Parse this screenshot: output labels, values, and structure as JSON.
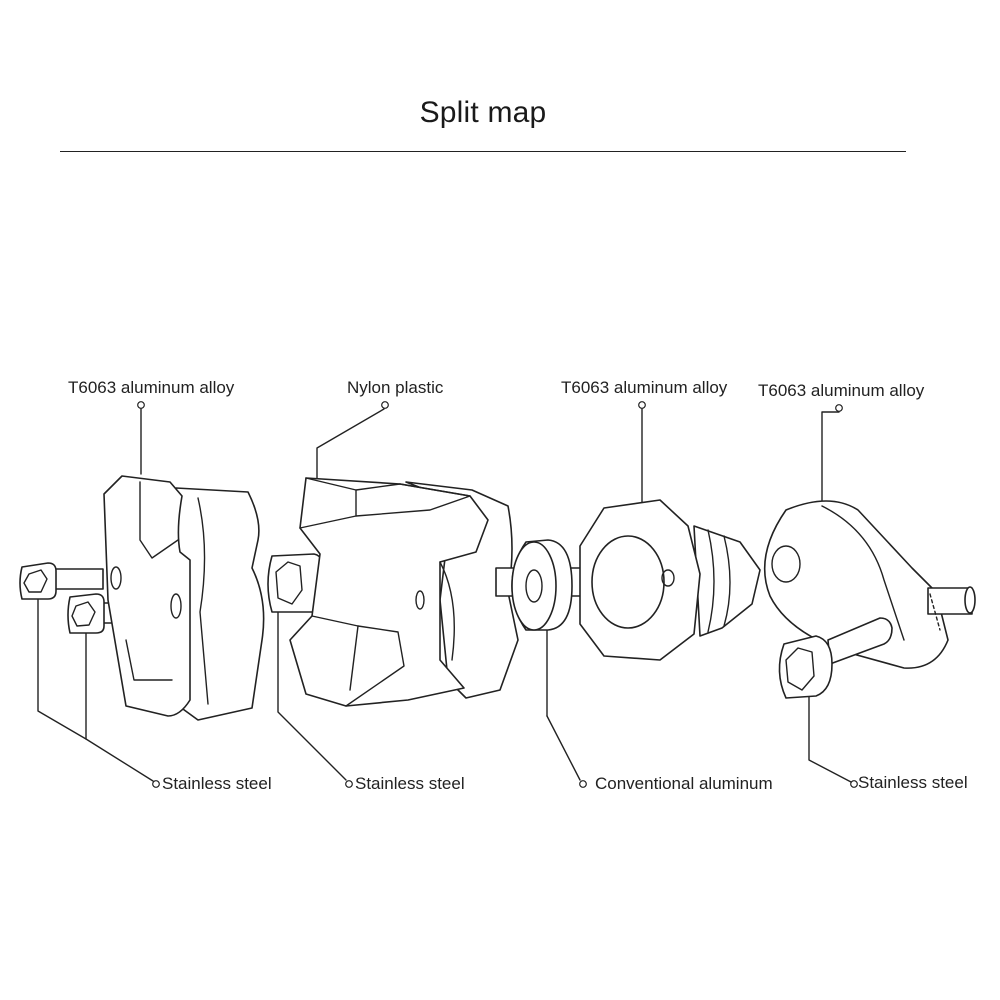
{
  "title": "Split map",
  "labels": {
    "top_1": "T6063 aluminum alloy",
    "top_2": "Nylon plastic",
    "top_3": "T6063 aluminum alloy",
    "top_4": "T6063 aluminum alloy",
    "bottom_1": "Stainless steel",
    "bottom_2": "Stainless steel",
    "bottom_3": "Conventional aluminum",
    "bottom_4": "Stainless steel"
  }
}
